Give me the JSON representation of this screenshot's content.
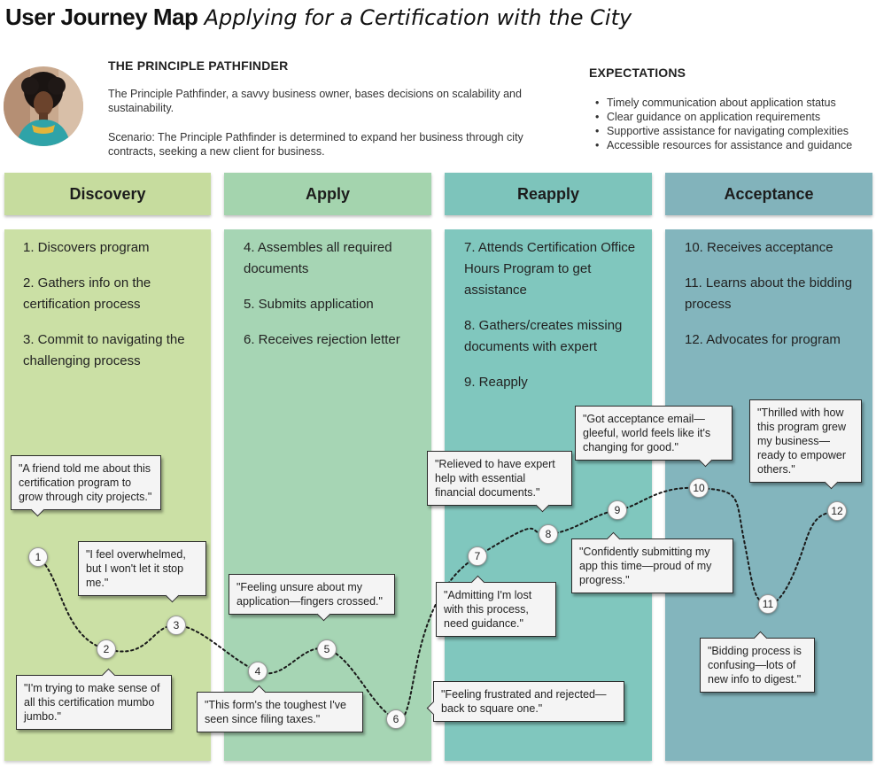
{
  "title": {
    "bold": "User Journey Map",
    "italic": "Applying for a Certification with the City"
  },
  "persona": {
    "name": "THE PRINCIPLE PATHFINDER",
    "description": "The Principle Pathfinder, a savvy business owner, bases decisions on scalability and sustainability.",
    "scenario": "Scenario: The Principle Pathfinder is determined to expand her business through city contracts, seeking a new client for business."
  },
  "expectations": {
    "title": "EXPECTATIONS",
    "items": [
      "Timely communication about application status",
      "Clear guidance on application requirements",
      "Supportive assistance for navigating complexities",
      "Accessible resources for assistance and guidance"
    ]
  },
  "colors": {
    "discovery_head": "#c6dc9e",
    "discovery_col": "#cbe0a5",
    "apply_head": "#a4d4ae",
    "apply_col": "#a6d5b4",
    "reapply_head": "#7dc4bb",
    "reapply_col": "#80c7be",
    "acceptance_head": "#82b3bb",
    "acceptance_col": "#83b5bd"
  },
  "phases": [
    {
      "title": "Discovery",
      "steps": [
        "1. Discovers program",
        "2. Gathers info on the certification process",
        "3. Commit to navigating the challenging process"
      ]
    },
    {
      "title": "Apply",
      "steps": [
        "4. Assembles all required documents",
        "5. Submits application",
        "6. Receives rejection letter"
      ]
    },
    {
      "title": "Reapply",
      "steps": [
        "7. Attends Certification Office Hours Program to get assistance",
        "8. Gathers/creates missing documents with expert",
        "9. Reapply"
      ]
    },
    {
      "title": "Acceptance",
      "steps": [
        "10. Receives acceptance",
        "11. Learns about the bidding process",
        "12. Advocates for program"
      ]
    }
  ],
  "quotes": [
    "\"A friend told me about this certification program to grow through city projects.\"",
    "\"I'm trying to make sense of all this certification mumbo jumbo.\"",
    "\"I feel overwhelmed, but I won't let it stop me.\"",
    "\"This form's the toughest I've seen since filing taxes.\"",
    "\"Feeling unsure about my application—fingers crossed.\"",
    "\"Feeling frustrated and rejected—back to square one.\"",
    "\"Admitting I'm lost with this process, need guidance.\"",
    "\"Relieved to have expert help with essential financial documents.\"",
    "\"Confidently submitting my app this time—proud of my progress.\"",
    "\"Got acceptance email—gleeful, world feels like it's changing for good.\"",
    "\"Bidding process is confusing—lots of new info to digest.\"",
    "\"Thrilled with how this program grew my business—ready to empower others.\""
  ],
  "nodes": [
    "1",
    "2",
    "3",
    "4",
    "5",
    "6",
    "7",
    "8",
    "9",
    "10",
    "11",
    "12"
  ]
}
